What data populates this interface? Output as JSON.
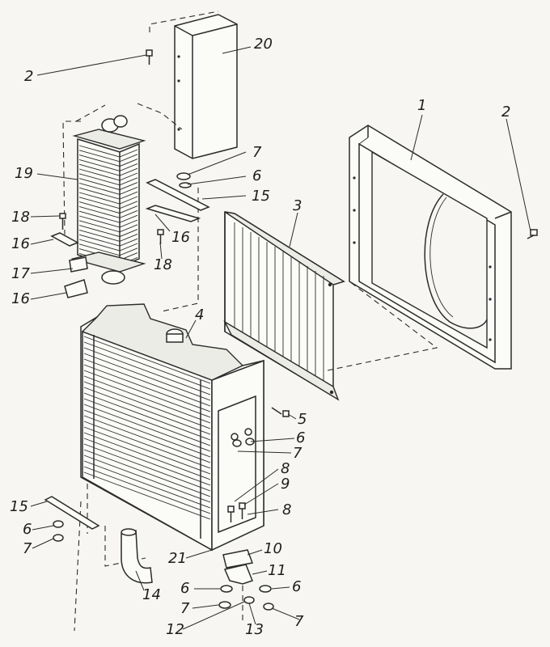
{
  "callouts": {
    "c1": "1",
    "c2_left": "2",
    "c2_right": "2",
    "c3": "3",
    "c4": "4",
    "c5": "5",
    "c6_a": "6",
    "c6_b": "6",
    "c6_c": "6",
    "c6_d": "6",
    "c6_e": "6",
    "c7_a": "7",
    "c7_b": "7",
    "c7_c": "7",
    "c7_d": "7",
    "c7_e": "7",
    "c8_a": "8",
    "c8_b": "8",
    "c9": "9",
    "c10": "10",
    "c11": "11",
    "c12": "12",
    "c13": "13",
    "c14": "14",
    "c15_a": "15",
    "c15_b": "15",
    "c16_a": "16",
    "c16_b": "16",
    "c16_c": "16",
    "c17": "17",
    "c18_a": "18",
    "c18_b": "18",
    "c19": "19",
    "c20": "20",
    "c21": "21"
  }
}
